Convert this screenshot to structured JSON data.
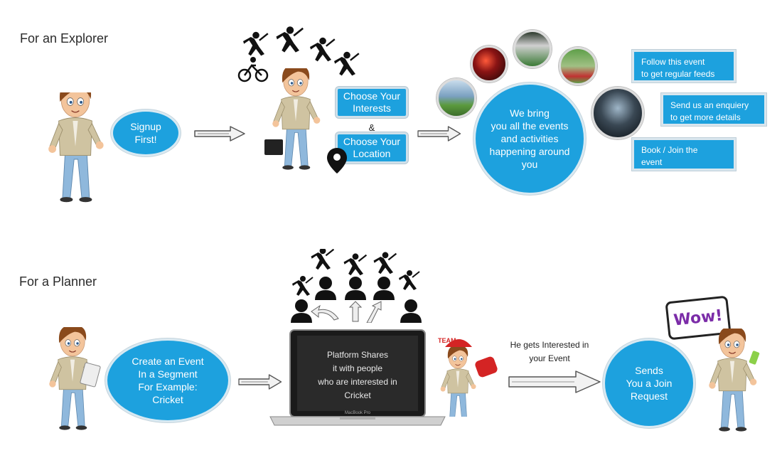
{
  "explorer": {
    "title": "For an Explorer",
    "signup": "Signup\nFirst!",
    "interests": "Choose Your\nInterests",
    "amp": "&",
    "location": "Choose Your\nLocation",
    "bring": "We bring\nyou all the events\nand activities\nhappening around\nyou",
    "actions": [
      "Follow this event\nto get regular feeds",
      "Send us an enquiery\nto get more details",
      "Book / Join the\nevent"
    ]
  },
  "planner": {
    "title": "For a Planner",
    "create": "Create an Event\nIn a Segment\nFor Example:\nCricket",
    "platform": "Platform Shares\nit with people\nwho are interested in\nCricket",
    "laptop_brand": "MacBook Pro",
    "interested": "He gets Interested in\nyour Event",
    "sends": "Sends\nYou a Join\nRequest",
    "wow": "Wow!",
    "team_sign": "TEAM"
  },
  "colors": {
    "accent": "#1da1de",
    "skin": "#f3c49b",
    "hair": "#8a4a1c",
    "jacket": "#cfc3a1",
    "jeans": "#8fb8dc"
  },
  "icons": [
    "person-icon",
    "map-pin-icon",
    "arrow-icon",
    "sport-silhouette-icon",
    "laptop-icon"
  ]
}
